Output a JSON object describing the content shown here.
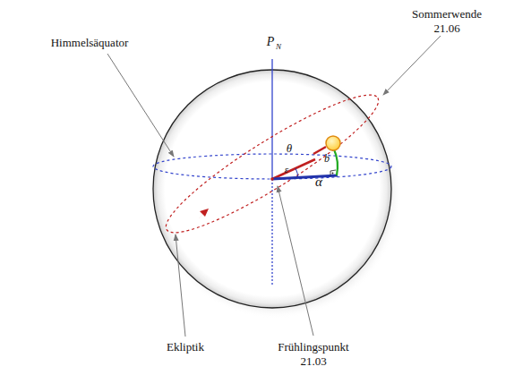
{
  "diagram": {
    "labels": [
      "Himmelsäquator",
      "P",
      "N",
      "Sommerwende 21.06",
      "θ",
      "ε",
      "b",
      "α",
      "Ekliptik",
      "Frühlingspunkt 21.03"
    ]
  }
}
